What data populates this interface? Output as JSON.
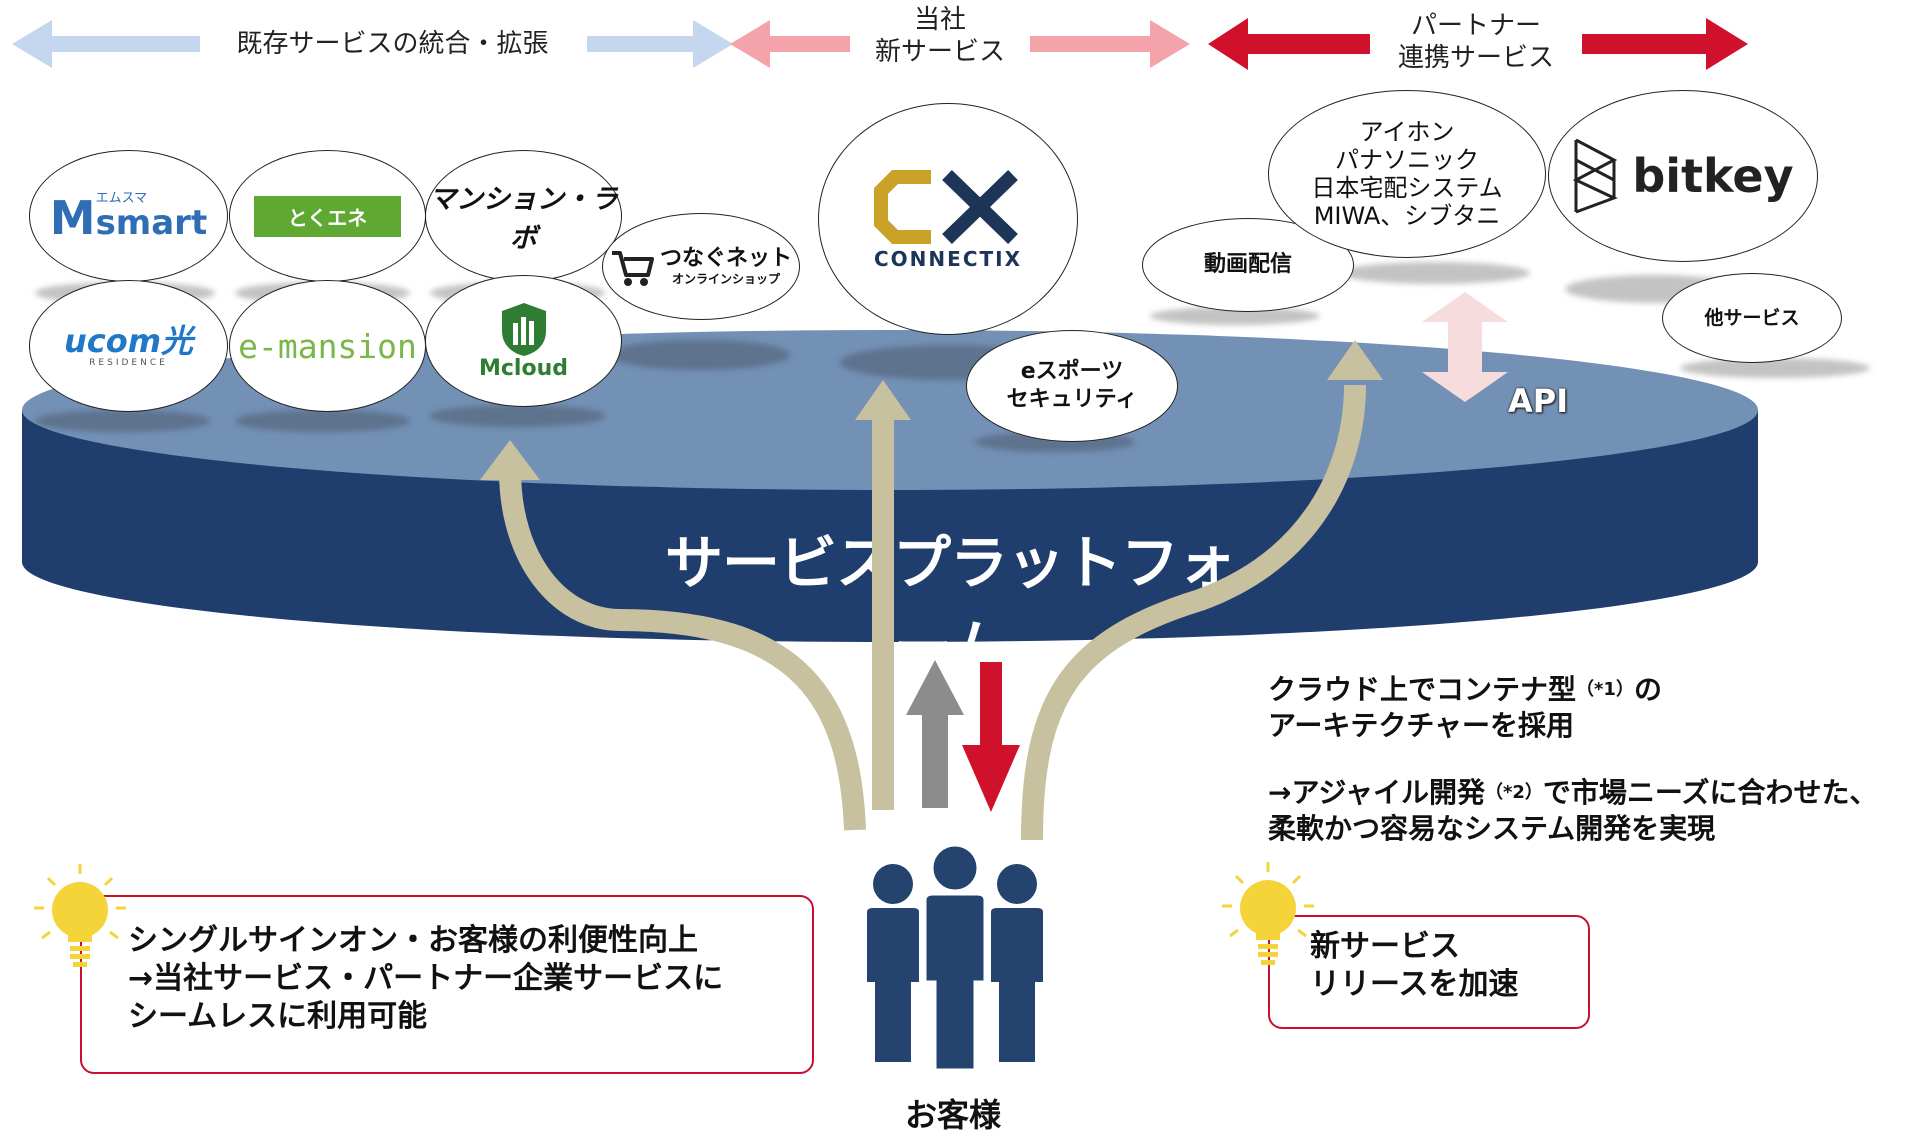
{
  "header": {
    "existing": "既存サービスの統合・拡張",
    "own_new": "当社\n新サービス",
    "partner": "パートナー\n連携サービス"
  },
  "logos": {
    "emusuma_kana": "エムスマ",
    "emusuma_word": "smart",
    "tokuene": "とくエネ",
    "mansion_labo": "マンション・ラボ",
    "tsunagu_net": "つなぐネット",
    "tsunagu_sub": "オンラインショップ",
    "ucom": "ucom光",
    "ucom_sub": "RESIDENCE",
    "emansion": "e-mansion",
    "mcloud": "Mcloud",
    "connectix_mark": "CX",
    "connectix": "CONNECTIX",
    "bitkey": "bitkey"
  },
  "services": {
    "esports": "eスポーツ\nセキュリティ",
    "douga": "動画配信",
    "partners_list": "アイホン\nパナソニック\n日本宅配システム\nMIWA、シブタニ",
    "other": "他サービス"
  },
  "platform": {
    "label": "サービスプラットフォーム",
    "api_label": "API"
  },
  "notes": {
    "container_line1": "クラウド上でコンテナ型",
    "container_sup": "（*1）",
    "container_line1_tail": "の",
    "container_line2": "アーキテクチャーを採用",
    "agile_line1": "→アジャイル開発",
    "agile_sup": "（*2）",
    "agile_line1_tail": "で市場ニーズに合わせた、",
    "agile_line2": "柔軟かつ容易なシステム開発を実現"
  },
  "boxes": {
    "sso": "シングルサインオン・お客様の利便性向上\n→当社サービス・パートナー企業サービスに\nシームレスに利用可能",
    "release": "新サービス\nリリースを加速"
  },
  "customer": {
    "label": "お客様"
  },
  "colors": {
    "arrow_light_blue": "#c5d7ee",
    "arrow_pink": "#f4a3ab",
    "arrow_red": "#d0112b",
    "platform_top": "#7390b5",
    "platform_side": "#1f3d6d",
    "flow_arrow": "#c7c19f",
    "people": "#24446f",
    "box_border": "#c8102e",
    "bulb": "#f5d43a",
    "tokuene_green": "#5fa832",
    "connectix_gold": "#c9a227",
    "connectix_navy": "#1d3557"
  },
  "icons": [
    "bulb-icon",
    "people-icon",
    "cart-icon",
    "cloud-shield-icon",
    "bitkey-icon"
  ]
}
